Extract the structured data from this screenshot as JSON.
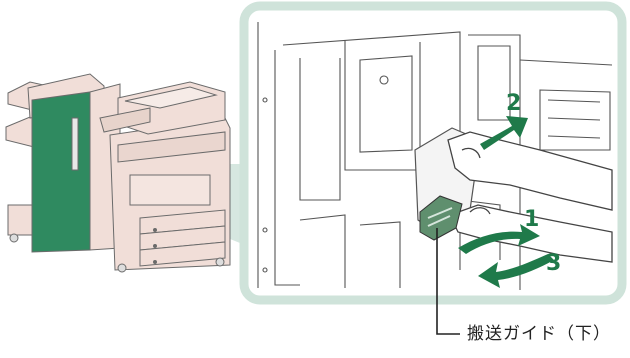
{
  "callout": {
    "label": "搬送ガイド（下）"
  },
  "steps": [
    "1",
    "2",
    "3"
  ],
  "colors": {
    "accent_green": "#1f7a4a",
    "frame": "#cfe3da",
    "machine_body": "#f1ded8",
    "machine_outline": "#6b6b6b",
    "highlight_panel": "#2f8a60"
  },
  "icons": {
    "arrow_pull": "green-arrow-icon",
    "arrow_swing": "green-curved-arrow-icon"
  }
}
